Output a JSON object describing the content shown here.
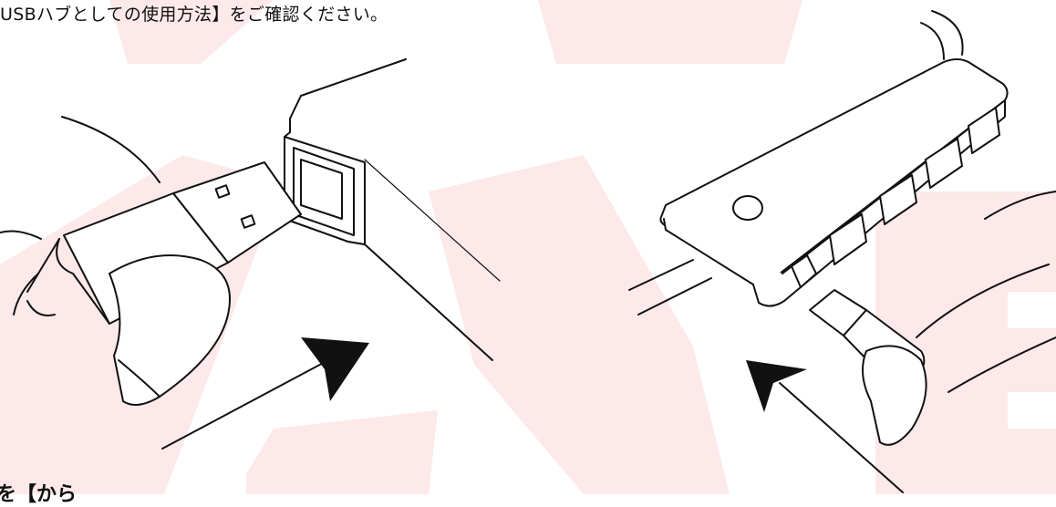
{
  "instruction": {
    "text": "USBハブとしての使用方法】をご確認ください。"
  },
  "cutoff_heading": {
    "text": "を【から"
  },
  "watermark": {
    "color": "#fde9e9"
  },
  "figures": {
    "left": {
      "icon": "usb-a-plug-insert"
    },
    "right": {
      "icon": "usb-c-plug-insert-hub"
    }
  }
}
